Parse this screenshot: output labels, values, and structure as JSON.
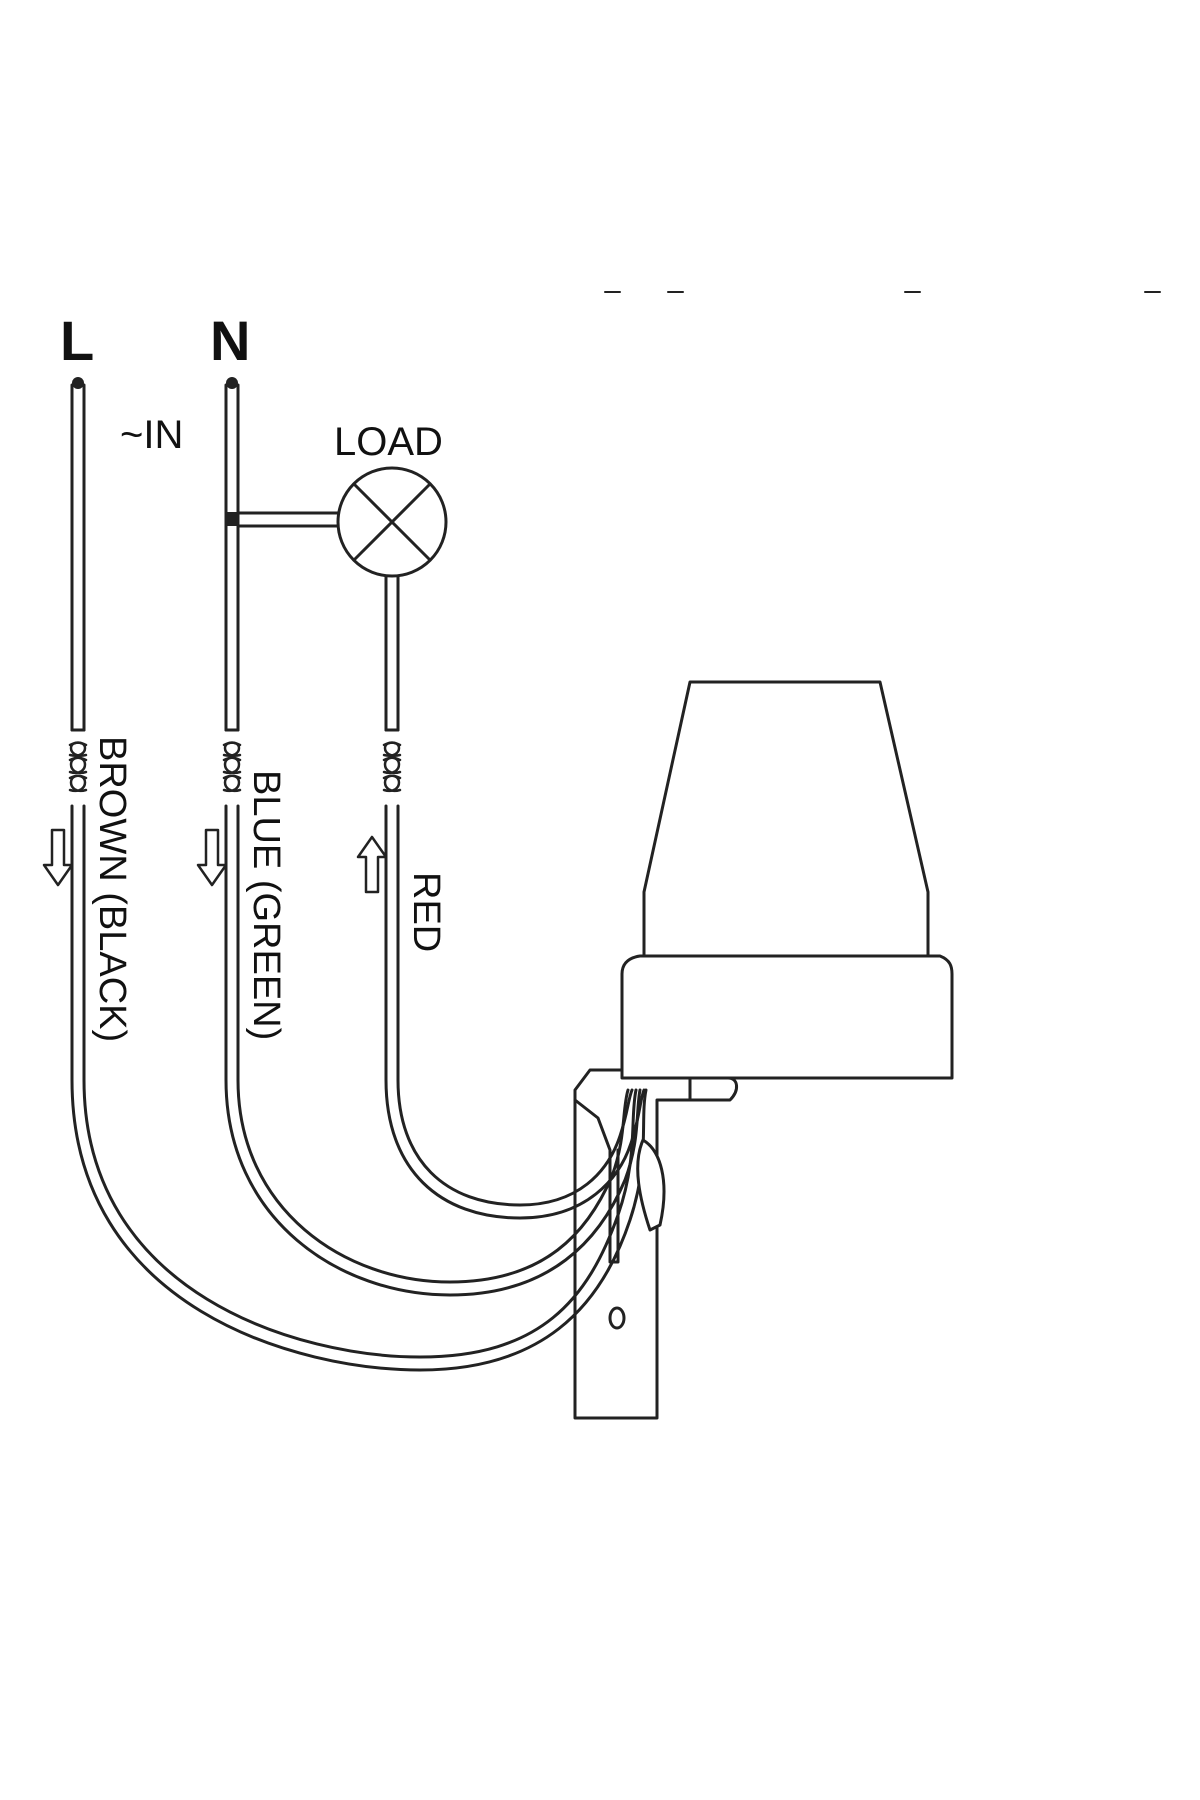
{
  "terminals": {
    "line": "L",
    "neutral": "N",
    "input": "~IN"
  },
  "load": {
    "label": "LOAD"
  },
  "wires": {
    "brown": "BROWN (BLACK)",
    "blue": "BLUE (GREEN)",
    "red": "RED"
  },
  "arrows": {
    "brown": "down-arrow-icon",
    "blue": "down-arrow-icon",
    "red": "up-arrow-icon"
  },
  "colors": {
    "line": "#222222",
    "background": "#ffffff"
  }
}
